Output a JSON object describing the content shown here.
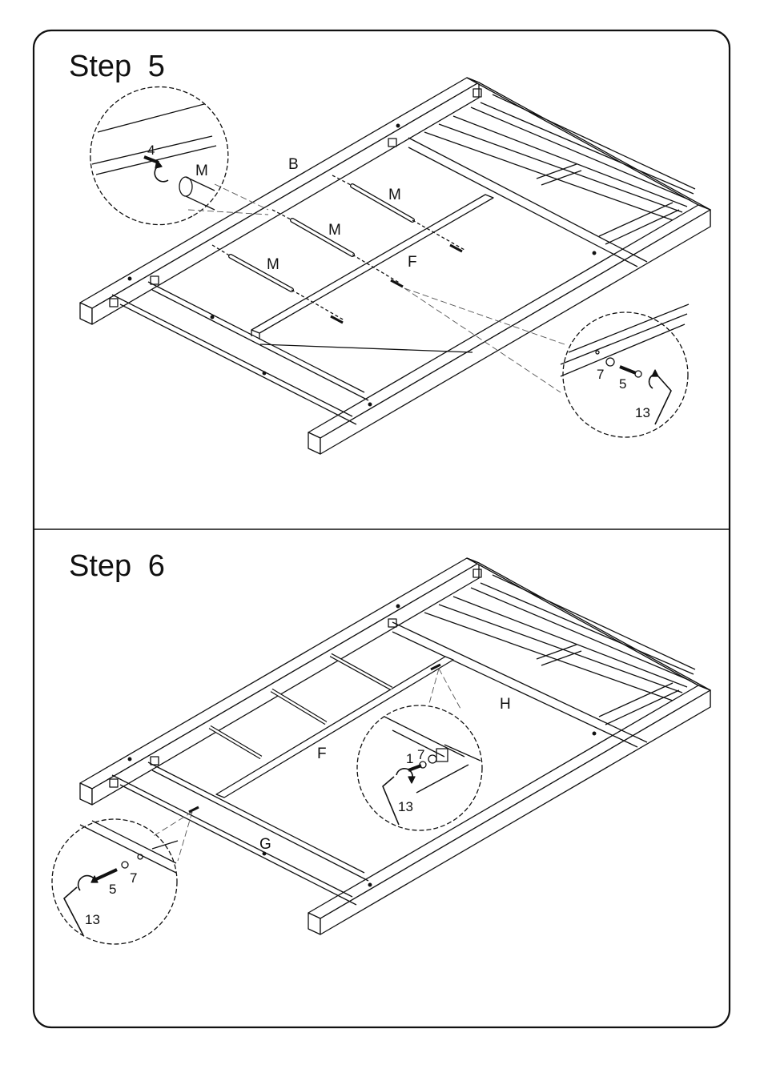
{
  "step5": {
    "title": "Step  5",
    "labels": {
      "frame_b": "B",
      "rail_f": "F",
      "slat_m1": "M",
      "slat_m2": "M",
      "slat_m3": "M",
      "detail_m": "M",
      "dowel": "4",
      "washer": "7",
      "bolt": "5",
      "wrench": "13"
    }
  },
  "step6": {
    "title": "Step  6",
    "labels": {
      "rail_f": "F",
      "rail_g": "G",
      "headboard_h": "H",
      "right_bolt": "1",
      "right_washer": "7",
      "right_wrench": "13",
      "left_bolt": "5",
      "left_washer": "7",
      "left_wrench": "13"
    }
  },
  "colors": {
    "line": "#111111",
    "background": "#ffffff",
    "leader": "#555555"
  }
}
